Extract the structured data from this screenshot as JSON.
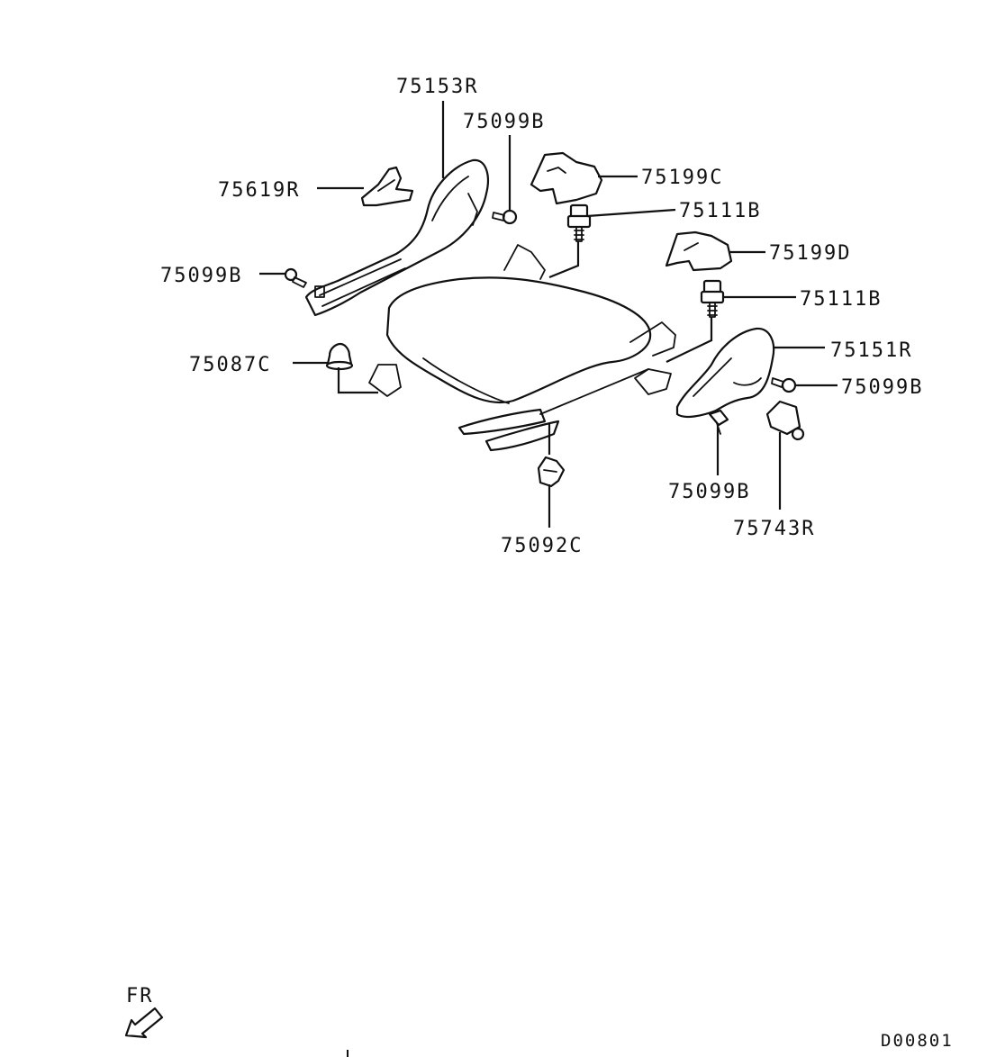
{
  "diagram": {
    "callouts": [
      {
        "id": "c1",
        "text": "75153R"
      },
      {
        "id": "c2",
        "text": "75099B"
      },
      {
        "id": "c3",
        "text": "75619R"
      },
      {
        "id": "c4",
        "text": "75199C"
      },
      {
        "id": "c5",
        "text": "75111B"
      },
      {
        "id": "c6",
        "text": "75199D"
      },
      {
        "id": "c7",
        "text": "75099B"
      },
      {
        "id": "c8",
        "text": "75111B"
      },
      {
        "id": "c9",
        "text": "75151R"
      },
      {
        "id": "c10",
        "text": "75087C"
      },
      {
        "id": "c11",
        "text": "75099B"
      },
      {
        "id": "c12",
        "text": "75099B"
      },
      {
        "id": "c13",
        "text": "75743R"
      },
      {
        "id": "c14",
        "text": "75092C"
      }
    ],
    "front_indicator": "FR",
    "drawing_code": "D00801",
    "line_color": "#111111",
    "background": "#ffffff"
  }
}
